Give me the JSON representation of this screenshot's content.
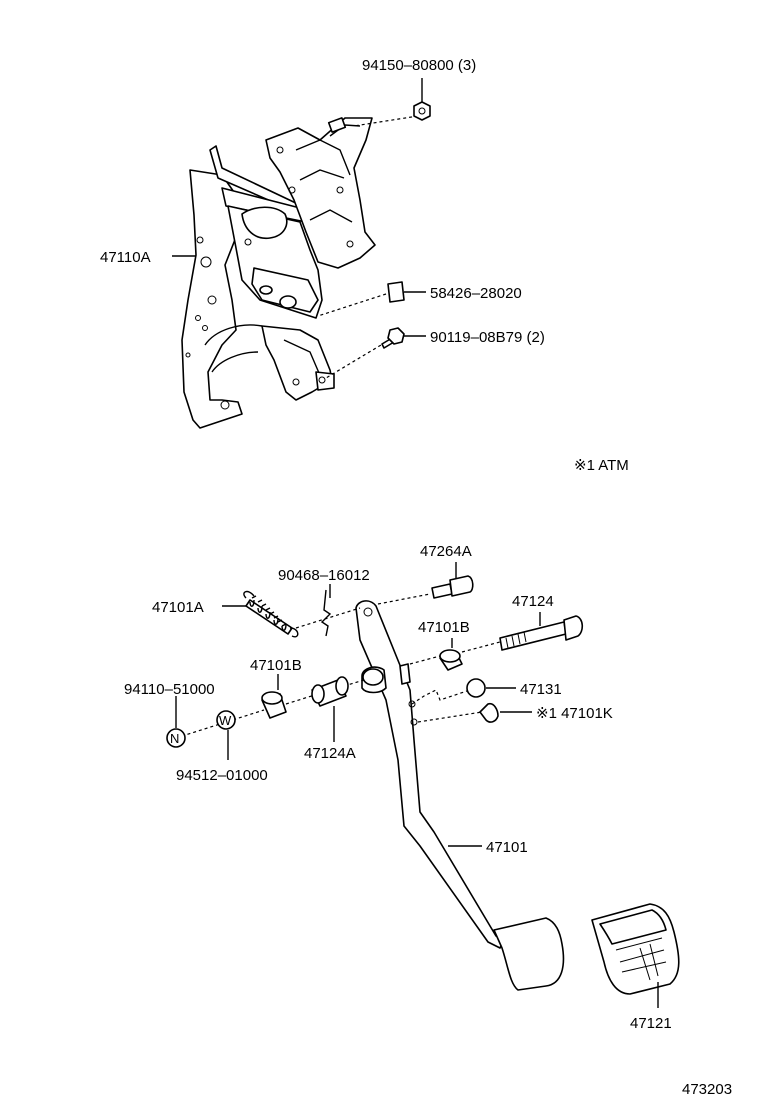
{
  "labels": {
    "p94150": "94150–80800 (3)",
    "p47110A": "47110A",
    "p58426": "58426–28020",
    "p90119": "90119–08B79 (2)",
    "note_atm": "※1 ATM",
    "p47264A": "47264A",
    "p90468": "90468–16012",
    "p47101A": "47101A",
    "p47124": "47124",
    "p47101B_top": "47101B",
    "p47101B_left": "47101B",
    "p94110": "94110–51000",
    "p47131": "47131",
    "p47101K": "※1 47101K",
    "p47124A": "47124A",
    "p94512": "94512–01000",
    "p47101": "47101",
    "p47121": "47121",
    "diagram_no": "473203"
  }
}
